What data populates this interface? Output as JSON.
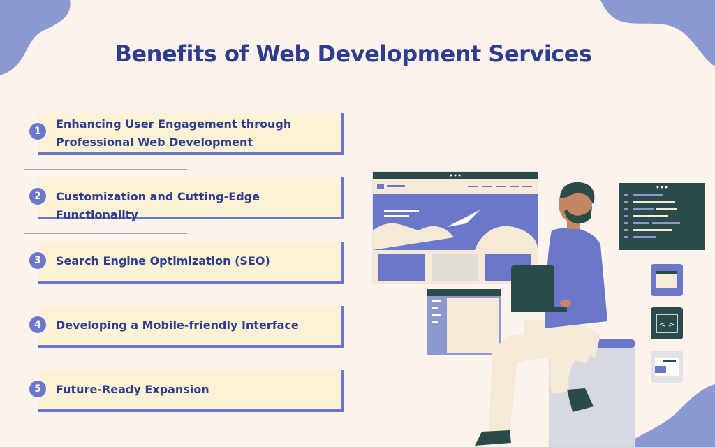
{
  "title": "Benefits of Web Development Services",
  "items": [
    {
      "number": "1",
      "lines": [
        "Enhancing User Engagement through",
        "Professional Web Development"
      ]
    },
    {
      "number": "2",
      "lines": [
        "Customization and Cutting-Edge Functionality"
      ]
    },
    {
      "number": "3",
      "lines": [
        "Search Engine Optimization (SEO)"
      ]
    },
    {
      "number": "4",
      "lines": [
        "Developing a Mobile-friendly Interface"
      ]
    },
    {
      "number": "5",
      "lines": [
        "Future-Ready Expansion"
      ]
    }
  ],
  "colors": {
    "background": "#fcf3ec",
    "title": "#2e3d8c",
    "accent": "#6b77c9",
    "card": "#fdf2d6",
    "blob": "#8c99d1",
    "dark_panel": "#2b4a4a"
  },
  "illustration": {
    "icons": [
      "window-icon",
      "code-icon",
      "layout-icon"
    ]
  }
}
